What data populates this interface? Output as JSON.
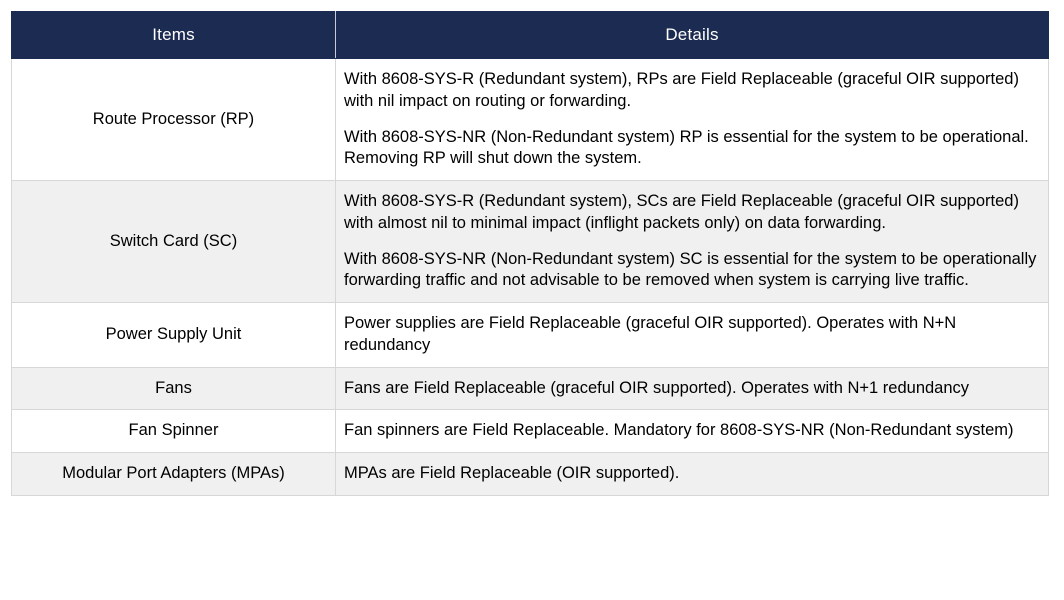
{
  "table": {
    "columns": [
      {
        "key": "items",
        "label": "Items"
      },
      {
        "key": "details",
        "label": "Details"
      }
    ],
    "header_bg": "#1c2b51",
    "header_fg": "#ffffff",
    "alt_row_bg": "#f0f0f0",
    "row_bg": "#ffffff",
    "border_color": "#d7d7d7",
    "rows": [
      {
        "item": "Route Processor (RP)",
        "details": [
          "With 8608-SYS-R (Redundant system), RPs are Field Replaceable (graceful OIR supported) with nil impact on routing or forwarding.",
          "With 8608-SYS-NR (Non-Redundant system) RP is essential for the system to be operational. Removing RP will shut down the system."
        ]
      },
      {
        "item": "Switch Card (SC)",
        "details": [
          "With 8608-SYS-R (Redundant system), SCs are Field Replaceable (graceful OIR supported) with almost nil to minimal impact (inflight packets only) on data forwarding.",
          "With 8608-SYS-NR (Non-Redundant system) SC is essential for the system to be operationally forwarding traffic and not advisable to be removed when system is carrying live traffic."
        ]
      },
      {
        "item": "Power Supply Unit",
        "details": [
          " Power supplies are Field Replaceable (graceful OIR supported). Operates with N+N redundancy"
        ]
      },
      {
        "item": "Fans",
        "details": [
          "Fans are Field Replaceable (graceful OIR supported). Operates with N+1 redundancy"
        ]
      },
      {
        "item": "Fan Spinner",
        "details": [
          "Fan spinners are Field Replaceable. Mandatory for 8608-SYS-NR (Non-Redundant system)"
        ]
      },
      {
        "item": "Modular Port Adapters (MPAs)",
        "details": [
          "MPAs are Field Replaceable (OIR supported)."
        ]
      }
    ]
  }
}
